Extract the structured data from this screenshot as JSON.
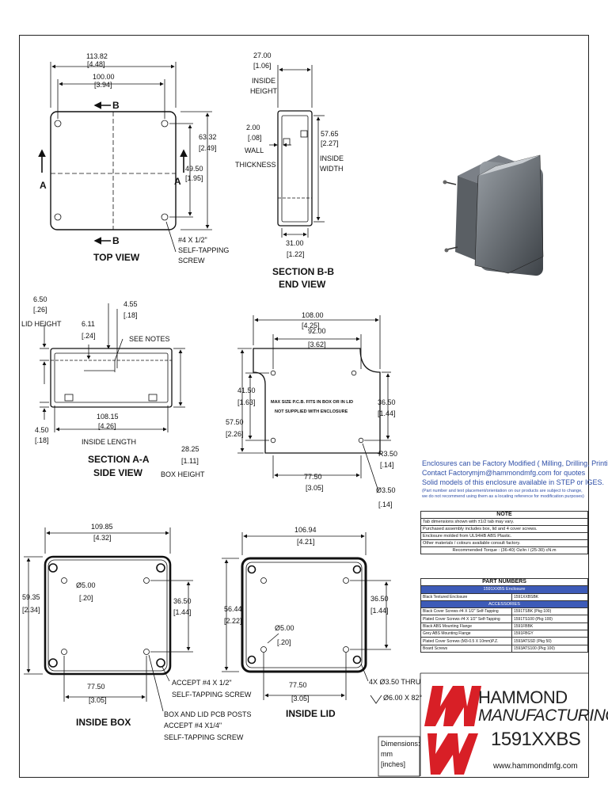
{
  "top_view": {
    "title": "TOP VIEW",
    "overall_length": "113.82",
    "overall_length_in": "[4.48]",
    "screw_spacing": "100.00",
    "screw_spacing_in": "[3.94]",
    "overall_width": "63.32",
    "overall_width_in": "[2.49]",
    "screw_width": "49.50",
    "screw_width_in": "[1.95]",
    "section_b": "B",
    "section_a": "A",
    "screw_note_1": "#4 X 1/2\"",
    "screw_note_2": "SELF-TAPPING",
    "screw_note_3": "SCREW"
  },
  "end_view": {
    "title_1": "SECTION B-B",
    "title_2": "END VIEW",
    "inside_height": "27.00",
    "inside_height_in": "[1.06]",
    "inside_height_l1": "INSIDE",
    "inside_height_l2": "HEIGHT",
    "wall": "2.00",
    "wall_in": "[.08]",
    "wall_l1": "WALL",
    "wall_l2": "THICKNESS",
    "inside_width": "57.65",
    "inside_width_in": "[2.27]",
    "inside_width_l1": "INSIDE",
    "inside_width_l2": "WIDTH",
    "bottom": "31.00",
    "bottom_in": "[1.22]"
  },
  "side_view": {
    "title_1": "SECTION A-A",
    "title_2": "SIDE VIEW",
    "lid_height": "6.50",
    "lid_height_in": "[.26]",
    "lid_height_label": "LID HEIGHT",
    "d455": "4.55",
    "d455_in": "[.18]",
    "d611": "6.11",
    "d611_in": "[.24]",
    "see_notes": "SEE NOTES",
    "d450": "4.50",
    "d450_in": "[.18]",
    "inside_length": "108.15",
    "inside_length_in": "[4.26]",
    "inside_length_label": "INSIDE LENGTH",
    "box_height": "28.25",
    "box_height_in": "[1.11]",
    "box_height_label": "BOX HEIGHT"
  },
  "pcb_view": {
    "w1": "108.00",
    "w1_in": "[4.25]",
    "w2": "92.00",
    "w2_in": "[3.62]",
    "h1": "41.50",
    "h1_in": "[1.63]",
    "h2": "57.50",
    "h2_in": "[2.26]",
    "h3": "36.50",
    "h3_in": "[1.44]",
    "r": "R3.50",
    "r_in": "[.14]",
    "hole": "Ø3.50",
    "hole_in": "[.14]",
    "bottom": "77.50",
    "bottom_in": "[3.05]",
    "note_1": "MAX SIZE P.C.B. FITS IN BOX OR IN LID",
    "note_2": "NOT SUPPLIED WITH ENCLOSURE"
  },
  "inside_box": {
    "title": "INSIDE BOX",
    "w": "109.85",
    "w_in": "[4.32]",
    "h": "59.35",
    "h_in": "[2.34]",
    "post": "Ø5.00",
    "post_in": "[.20]",
    "h2": "36.50",
    "h2_in": "[1.44]",
    "bottom": "77.50",
    "bottom_in": "[3.05]",
    "accept_1": "ACCEPT #4 X 1/2\"",
    "accept_2": "SELF-TAPPING SCREW",
    "posts_1": "BOX AND LID PCB POSTS",
    "posts_2": "ACCEPT #4 X1/4\"",
    "posts_3": "SELF-TAPPING SCREW"
  },
  "inside_lid": {
    "title": "INSIDE LID",
    "w": "106.94",
    "w_in": "[4.21]",
    "h": "56.44",
    "h_in": "[2.22]",
    "post": "Ø5.00",
    "post_in": "[.20]",
    "h2": "36.50",
    "h2_in": "[1.44]",
    "bottom": "77.50",
    "bottom_in": "[3.05]",
    "thru_1": "4X Ø3.50 THRU",
    "thru_2": "Ø6.00 X 82°"
  },
  "info": {
    "line1": "Enclosures can be Factory Modified ( Milling, Drilling, Printing etc.)",
    "line2a": "Contact Factory",
    "line2b": "mjm@hammondmfg.com for quotes",
    "line3": "Solid models of this enclosure available in STEP or IGES.",
    "line4": "(Part number and text placement/orientation on our products are subject to change,",
    "line5": "we do not recommend using them as a locating reference for modification purposes)"
  },
  "note_table": {
    "header": "NOTE",
    "rows": [
      "Tab dimensions shown with ±1/2 tab may vary.",
      "Purchased assembly includes box, lid and 4 cover screws.",
      "Enclosure molded from UL94HB ABS Plastic.",
      "Other materials / colours available consult factory.",
      "Recommended Torque : (36-40) Oz/in / (25-30) cN.m"
    ]
  },
  "part_table": {
    "header": "PART NUMBERS",
    "band1": "1591XXBS Enclosure",
    "enclosure_rows": [
      [
        "Black Textured Enclosure",
        "1591XXBSBK"
      ]
    ],
    "band2": "ACCESSORIES",
    "rows": [
      [
        "Black Cover Screws #4 X 1/2\" Self-Tapping",
        "1591TSBK (Pkg 100)"
      ],
      [
        "Plated Cover Screws #4 X 1/2\" Self-Tapping",
        "1591TS100 (Pkg 100)"
      ],
      [
        "Black ABS Mounting Flange",
        "1591FBBK"
      ],
      [
        "Grey ABS Mounting Flange",
        "1591FBGY"
      ],
      [
        "Plated Cover Screws (M3-0.5 X 10mm)P.Z.",
        "1593ATSSD (Pkg 50)"
      ],
      [
        "Board Screws",
        "1593ATS100 (Pkg 100)"
      ]
    ]
  },
  "title_block": {
    "company_1": "HAMMOND",
    "company_2": "MANUFACTURING.",
    "part": "1591XXBS",
    "url": "www.hammondmfg.com",
    "dims_1": "Dimensions:",
    "dims_2": "mm",
    "dims_3": "[inches]"
  },
  "colors": {
    "accent_blue": "#2f4fa8",
    "logo_red": "#d81f26",
    "band_blue": "#3d5bb8"
  }
}
